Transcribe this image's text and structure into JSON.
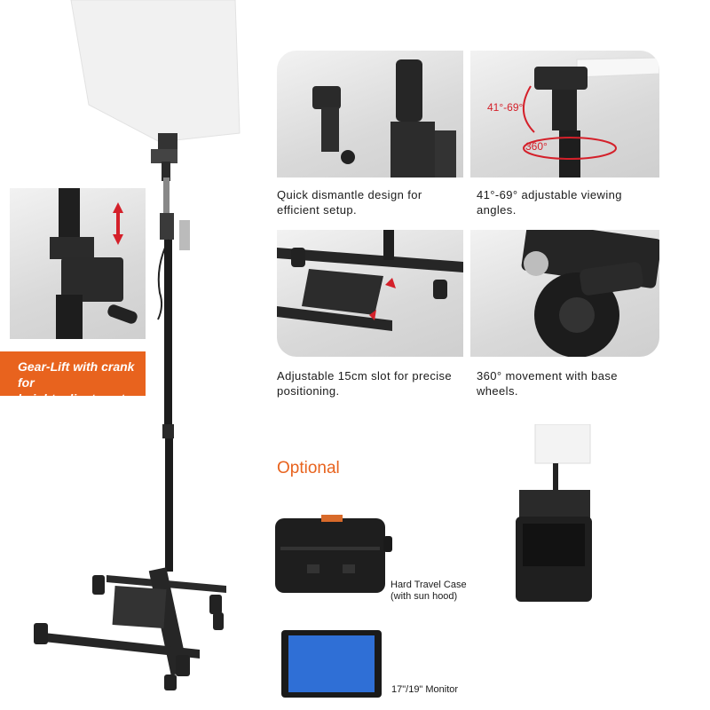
{
  "callout": {
    "line1": "Gear-Lift with crank for",
    "line2": "height  adjustment."
  },
  "features": [
    {
      "line1": "Quick dismantle design for",
      "line2": "efficient setup."
    },
    {
      "line1": "41°-69° adjustable viewing",
      "line2": "angles."
    },
    {
      "line1": "Adjustable 15cm slot for precise",
      "line2": "positioning."
    },
    {
      "line1": "360° movement with base",
      "line2": "wheels."
    }
  ],
  "angle_labels": {
    "tilt": "41°-69°",
    "rotate": "360°"
  },
  "optional": {
    "title": "Optional",
    "case_label_1": "Hard Travel Case",
    "case_label_2": "(with sun hood)",
    "monitor_label": "17\"/19\" Monitor"
  },
  "colors": {
    "accent": "#e8631e",
    "arrow_red": "#d4202a",
    "monitor_blue": "#2f6fd6"
  }
}
